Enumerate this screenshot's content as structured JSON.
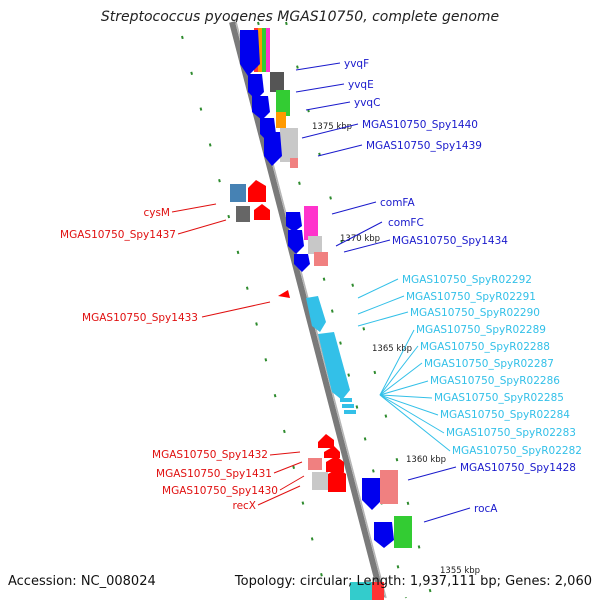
{
  "title": "Streptococcus pyogenes MGAS10750, complete genome",
  "footer": {
    "accession": "Accession: NC_008024",
    "summary": "Topology: circular; Length: 1,937,111 bp; Genes: 2,060"
  },
  "colors": {
    "forward_label": "#1a1acc",
    "reverse_label": "#e01010",
    "rna_label": "#33c0e8",
    "backbone": "#808080",
    "tick": "#2e8b2e"
  },
  "kbp_marks": [
    "1375 kbp",
    "1370 kbp",
    "1365 kbp",
    "1360 kbp",
    "1355 kbp"
  ],
  "genes": {
    "forward": [
      "yvqF",
      "yvqE",
      "yvqC",
      "MGAS10750_Spy1440",
      "MGAS10750_Spy1439",
      "comFA",
      "comFC",
      "MGAS10750_Spy1434",
      "MGAS10750_Spy1428",
      "rocA"
    ],
    "reverse": [
      "cysM",
      "MGAS10750_Spy1437",
      "MGAS10750_Spy1433",
      "MGAS10750_Spy1432",
      "MGAS10750_Spy1431",
      "MGAS10750_Spy1430",
      "recX"
    ],
    "rna": [
      "MGAS10750_SpyR02292",
      "MGAS10750_SpyR02291",
      "MGAS10750_SpyR02290",
      "MGAS10750_SpyR02289",
      "MGAS10750_SpyR02288",
      "MGAS10750_SpyR02287",
      "MGAS10750_SpyR02286",
      "MGAS10750_SpyR02285",
      "MGAS10750_SpyR02284",
      "MGAS10750_SpyR02283",
      "MGAS10750_SpyR02282"
    ]
  }
}
